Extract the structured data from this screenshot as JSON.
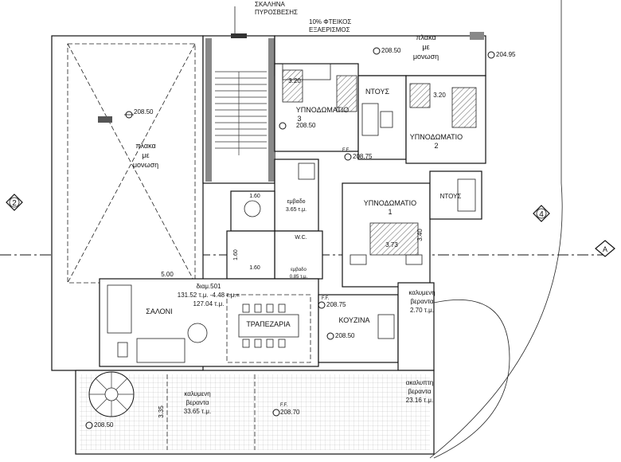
{
  "top_notes": {
    "fire_escape": "ΣΚΑΛΗΝΑ",
    "fire_escape_2": "ΠΥΡΟΣΒΕΣΗΣ",
    "vent": "10% ΦΤΕΙΚΟΣ",
    "vent_2": "ΕΞΑΕΡΙΣΜΟΣ"
  },
  "rooms": {
    "slab_left": "πλακα",
    "slab_left_2": "με",
    "slab_left_3": "μονωση",
    "slab_top_right": "πλακα",
    "slab_top_right_2": "με",
    "slab_top_right_3": "μονωση",
    "bedroom3": "ΥΠΝΟΔΩΜΑΤΙΟ",
    "bedroom3_num": "3",
    "bedroom2": "ΥΠΝΟΔΩΜΑΤΙΟ",
    "bedroom2_num": "2",
    "bedroom1": "ΥΠΝΟΔΩΜΑΤΙΟ",
    "bedroom1_num": "1",
    "ntous_top": "ΝΤΟΥΣ",
    "ntous_right": "ΝΤΟΥΣ",
    "wc": "W.C.",
    "storage": "εμβαδο",
    "storage_area": "3.65 τ.μ.",
    "wc_area": "εμβαδο",
    "wc_area_2": "0.85 τ.μ.",
    "saloni": "ΣΑΛΟΝΙ",
    "trapezaria": "ΤΡΑΠΕΖΑΡΙΑ",
    "kouzina": "ΚΟΥΖΙΝΑ",
    "covered_veranda_right": "καλυμενη",
    "covered_veranda_right_2": "βεραντα",
    "covered_veranda_right_3": "2.70 τ.μ.",
    "covered_veranda_bottom": "καλυμενη",
    "covered_veranda_bottom_2": "βεραντα",
    "covered_veranda_bottom_3": "33.65 τ.μ.",
    "open_veranda": "ακαλυπτη",
    "open_veranda_2": "βεραντα",
    "open_veranda_3": "23.16 τ.μ."
  },
  "area_summary": {
    "line1": "διαμ.501",
    "line2": "131.52 τ.μ. -4.48 τ.μ.=",
    "line3": "127.04 τ.μ."
  },
  "levels": {
    "l1": "208.50",
    "l2": "208.50",
    "l3": "204.95",
    "l4": "208.50",
    "l5": "208.75",
    "l6": "208.75",
    "l7": "208.50",
    "l8": "208.70",
    "l9": "208.50",
    "ff1": "F.F.",
    "ff2": "F.F.",
    "ff3": "F.F."
  },
  "dimensions": {
    "d_bed3": "3.20",
    "d_bed2": "3.20",
    "d_bed1_h": "3.40",
    "d_bed1_w": "3.73",
    "d_salon": "5.00",
    "d_stair_w": "1.60",
    "d_stair_h": "1.60",
    "d_mid": "1.60",
    "d_veranda": "3.35"
  },
  "axes": {
    "left_axis": "2",
    "right_axis": "4",
    "section": "A"
  }
}
